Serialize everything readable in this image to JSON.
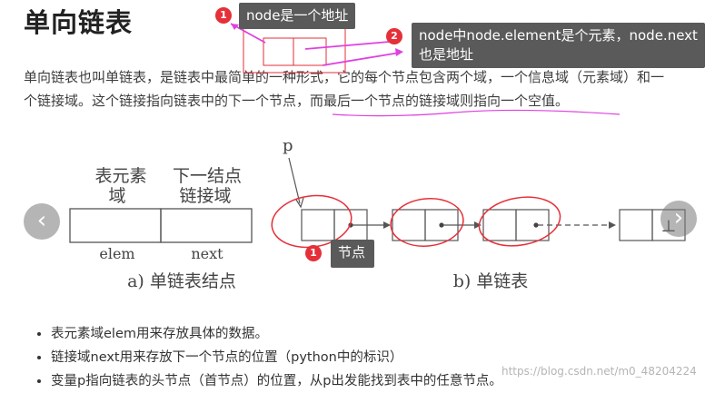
{
  "title": "单向链表",
  "paragraph": {
    "line1": "单向链表也叫单链表，是链表中最简单的一种形式，它的每个节点包含两个域，一个信息域（元素域）和一",
    "line2": "个链接域。这个链接指向链表中的下一个节点，而最后一个节点的链接域则指向一个空值。"
  },
  "figure": {
    "left_label_1": "表元素",
    "left_label_2": "域",
    "right_label_1": "下一结点",
    "right_label_2": "链接域",
    "elem": "elem",
    "next": "next",
    "caption_a": "a) 单链表结点",
    "caption_b": "b) 单链表",
    "pointer_p": "p",
    "null_mark": "⊥"
  },
  "bullets": [
    "表元素域elem用来存放具体的数据。",
    "链接域next用来存放下一个节点的位置（python中的标识）",
    "变量p指向链表的头节点（首节点）的位置，从p出发能找到表中的任意节点。"
  ],
  "annotations": {
    "tip1_badge": "1",
    "tip1_text": "node是一个地址",
    "tip2_badge": "2",
    "tip2_line1": "node中node.element是个元素，node.next",
    "tip2_line2": "也是地址",
    "tip3_badge": "1",
    "tip3_text": "节点"
  },
  "nav": {
    "prev": "‹",
    "next": "›"
  },
  "watermark": "https://blog.csdn.net/m0_48204224",
  "colors": {
    "annotation_red": "#e5303a",
    "annotation_magenta": "#e040e0",
    "tooltip_bg": "#5a5a5a"
  }
}
